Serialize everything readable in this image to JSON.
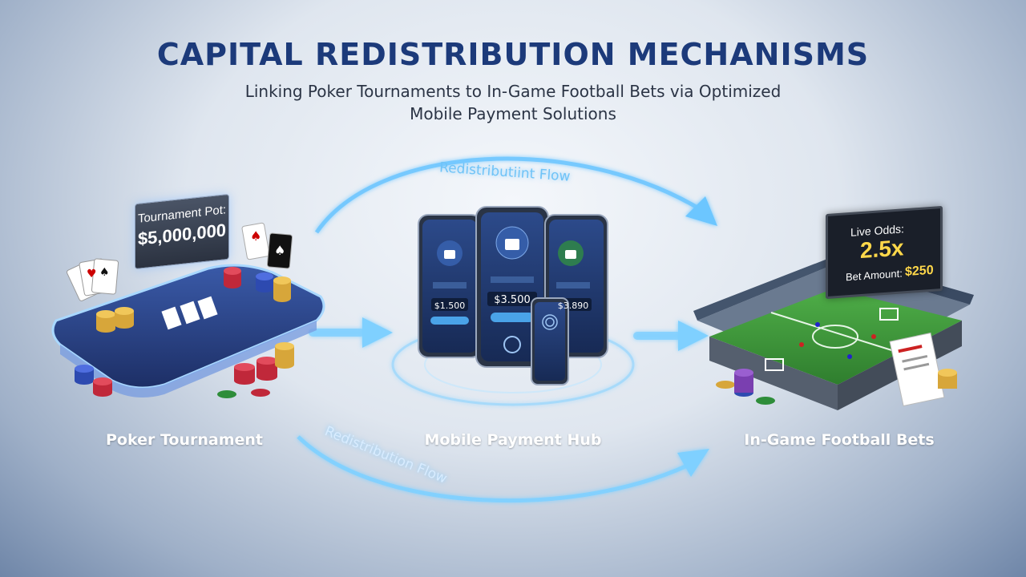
{
  "header": {
    "title": "CAPITAL REDISTRIBUTION MECHANISMS",
    "subtitle": "Linking Poker Tournaments to In-Game Football Bets via Optimized Mobile Payment Solutions"
  },
  "flows": {
    "top_label": "Redistributiint Flow",
    "bottom_label": "Redistribution Flow"
  },
  "stages": [
    {
      "label": "Poker Tournament"
    },
    {
      "label": "Mobile Payment Hub"
    },
    {
      "label": "In-Game Football Bets"
    }
  ],
  "poker": {
    "pot_label": "Tournament Pot:",
    "pot_value": "$5,000,000"
  },
  "phones": {
    "left_amount": "$1.500",
    "center_amount": "$3.500",
    "right_amount": "$3.890"
  },
  "football": {
    "odds_label": "Live Odds:",
    "odds_value": "2.5x",
    "bet_label": "Bet Amount:",
    "bet_value": "$250"
  },
  "colors": {
    "title": "#1c3a7a",
    "flow_arrow": "#5fc0ff",
    "pitch": "#3e9a3a",
    "phone_body": "#1e2f57"
  },
  "icons": [
    "padlock-icon",
    "fingerprint-icon",
    "arrow-right-icon",
    "card-icon",
    "chip-icon"
  ]
}
